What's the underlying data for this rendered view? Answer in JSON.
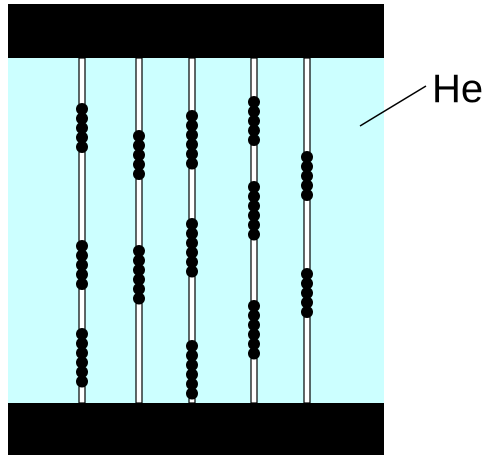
{
  "label": "He",
  "colors": {
    "plate": "#000000",
    "fluid": "#ccffff",
    "rod_fill": "#ffffff",
    "rod_stroke": "#000000",
    "bead": "#000000"
  },
  "rods": [
    {
      "clusters": [
        {
          "count": 5
        },
        {
          "count": 5
        },
        {
          "count": 6
        }
      ]
    },
    {
      "clusters": [
        {
          "count": 5
        },
        {
          "count": 6
        }
      ]
    },
    {
      "clusters": [
        {
          "count": 6
        },
        {
          "count": 6
        },
        {
          "count": 6
        }
      ]
    },
    {
      "clusters": [
        {
          "count": 5
        },
        {
          "count": 6
        },
        {
          "count": 6
        }
      ]
    },
    {
      "clusters": [
        {
          "count": 5
        },
        {
          "count": 5
        }
      ]
    }
  ]
}
